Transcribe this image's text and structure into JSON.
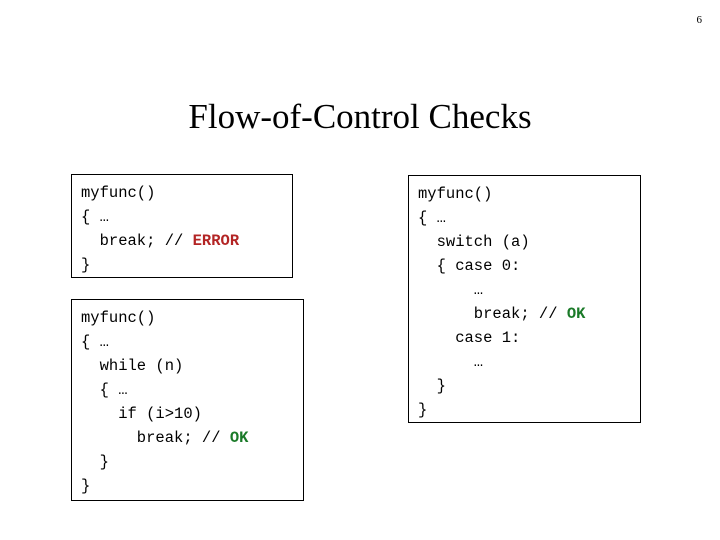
{
  "slide": {
    "page_number": "6",
    "title": "Flow-of-Control Checks"
  },
  "colors": {
    "background": "#ffffff",
    "text": "#000000",
    "box_border": "#000000",
    "error": "#b32424",
    "ok": "#1a7a28"
  },
  "code_boxes": [
    {
      "id": "box-error",
      "name": "code-box-break-error",
      "verdict": "ERROR",
      "lines": [
        {
          "code": "myfunc()",
          "annotation": "",
          "annotation_kind": "none"
        },
        {
          "code": "{ …",
          "annotation": "",
          "annotation_kind": "none"
        },
        {
          "code": "  break; // ",
          "annotation": "ERROR",
          "annotation_kind": "error"
        },
        {
          "code": "}",
          "annotation": "",
          "annotation_kind": "none"
        }
      ]
    },
    {
      "id": "box-while",
      "name": "code-box-break-in-while",
      "verdict": "OK",
      "lines": [
        {
          "code": "myfunc()",
          "annotation": "",
          "annotation_kind": "none"
        },
        {
          "code": "{ …",
          "annotation": "",
          "annotation_kind": "none"
        },
        {
          "code": "  while (n)",
          "annotation": "",
          "annotation_kind": "none"
        },
        {
          "code": "  { …",
          "annotation": "",
          "annotation_kind": "none"
        },
        {
          "code": "    if (i>10)",
          "annotation": "",
          "annotation_kind": "none"
        },
        {
          "code": "      break; // ",
          "annotation": "OK",
          "annotation_kind": "ok"
        },
        {
          "code": "  }",
          "annotation": "",
          "annotation_kind": "none"
        },
        {
          "code": "}",
          "annotation": "",
          "annotation_kind": "none"
        }
      ]
    },
    {
      "id": "box-switch",
      "name": "code-box-break-in-switch",
      "verdict": "OK",
      "lines": [
        {
          "code": "myfunc()",
          "annotation": "",
          "annotation_kind": "none"
        },
        {
          "code": "{ …",
          "annotation": "",
          "annotation_kind": "none"
        },
        {
          "code": "  switch (a)",
          "annotation": "",
          "annotation_kind": "none"
        },
        {
          "code": "  { case 0:",
          "annotation": "",
          "annotation_kind": "none"
        },
        {
          "code": "      …",
          "annotation": "",
          "annotation_kind": "none"
        },
        {
          "code": "      break; // ",
          "annotation": "OK",
          "annotation_kind": "ok"
        },
        {
          "code": "    case 1:",
          "annotation": "",
          "annotation_kind": "none"
        },
        {
          "code": "      …",
          "annotation": "",
          "annotation_kind": "none"
        },
        {
          "code": "  }",
          "annotation": "",
          "annotation_kind": "none"
        },
        {
          "code": "}",
          "annotation": "",
          "annotation_kind": "none"
        }
      ]
    }
  ]
}
